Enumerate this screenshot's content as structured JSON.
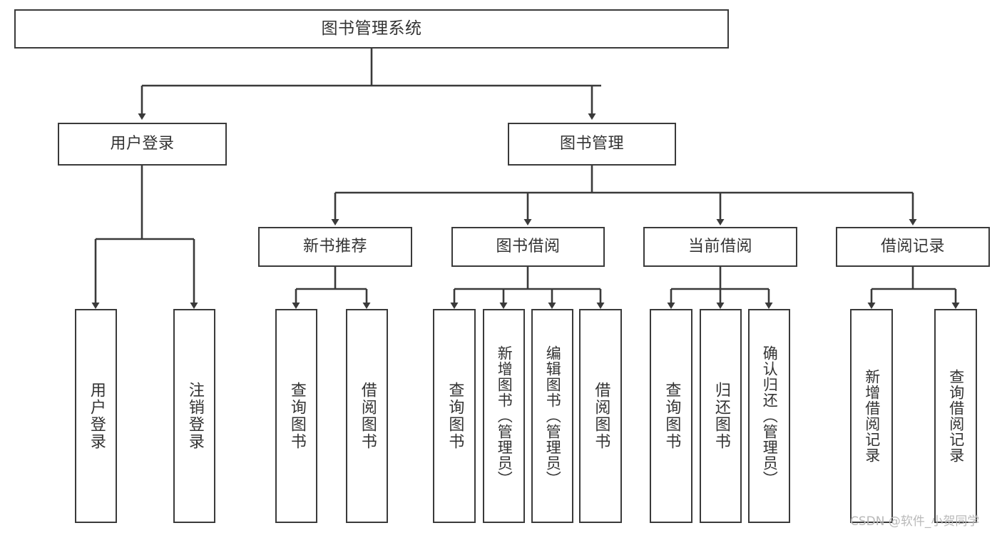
{
  "diagram": {
    "type": "tree-hierarchy-chart",
    "title": "图书管理系统",
    "watermark": "CSDN @软件_小贺同学",
    "colors": {
      "stroke": "#3a3a3a",
      "fill": "#ffffff",
      "text": "#333333",
      "watermark": "#b9b9b9"
    },
    "nodes": {
      "root": {
        "label": "图书管理系统",
        "level": 1
      },
      "l2": [
        {
          "id": "user-login",
          "label": "用户登录",
          "level": 2
        },
        {
          "id": "book-manage",
          "label": "图书管理",
          "level": 2
        }
      ],
      "l3": [
        {
          "id": "new-book-recommend",
          "label": "新书推荐",
          "level": 3,
          "parent": "book-manage"
        },
        {
          "id": "book-borrow",
          "label": "图书借阅",
          "level": 3,
          "parent": "book-manage"
        },
        {
          "id": "current-borrow",
          "label": "当前借阅",
          "level": 3,
          "parent": "book-manage"
        },
        {
          "id": "borrow-record",
          "label": "借阅记录",
          "level": 3,
          "parent": "book-manage"
        }
      ],
      "leaves": [
        {
          "id": "leaf-user-login",
          "label": "用户登录",
          "parent": "user-login"
        },
        {
          "id": "leaf-logout-login",
          "label": "注销登录",
          "parent": "user-login"
        },
        {
          "id": "leaf-query-book-1",
          "label": "查询图书",
          "parent": "new-book-recommend"
        },
        {
          "id": "leaf-borrow-book-1",
          "label": "借阅图书",
          "parent": "new-book-recommend"
        },
        {
          "id": "leaf-query-book-2",
          "label": "查询图书",
          "parent": "book-borrow"
        },
        {
          "id": "leaf-add-book",
          "label": "新增图书（管理员）",
          "parent": "book-borrow"
        },
        {
          "id": "leaf-edit-book",
          "label": "编辑图书（管理员）",
          "parent": "book-borrow"
        },
        {
          "id": "leaf-borrow-book-2",
          "label": "借阅图书",
          "parent": "book-borrow"
        },
        {
          "id": "leaf-query-book-3",
          "label": "查询图书",
          "parent": "current-borrow"
        },
        {
          "id": "leaf-return-book",
          "label": "归还图书",
          "parent": "current-borrow"
        },
        {
          "id": "leaf-confirm-return",
          "label": "确认归还（管理员）",
          "parent": "current-borrow"
        },
        {
          "id": "leaf-add-record",
          "label": "新增借阅记录",
          "parent": "borrow-record"
        },
        {
          "id": "leaf-query-record",
          "label": "查询借阅记录",
          "parent": "borrow-record"
        }
      ]
    }
  }
}
